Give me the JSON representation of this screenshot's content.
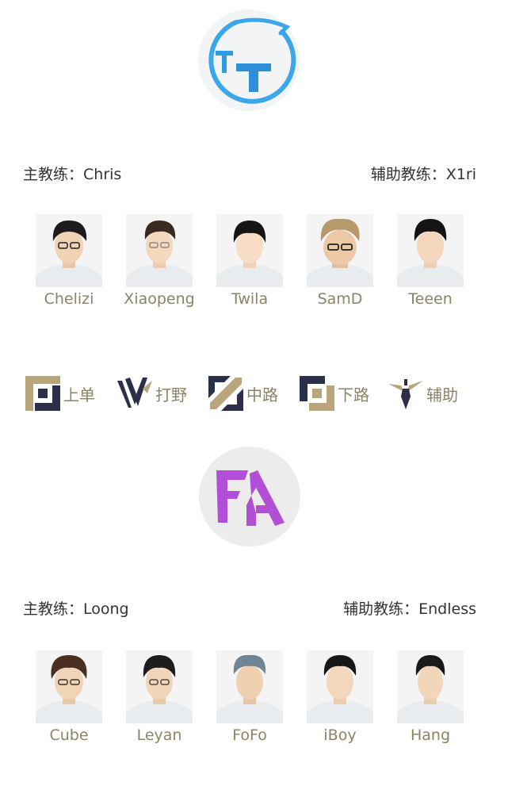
{
  "teams": [
    {
      "logo_icon": "tt-team-logo",
      "head_coach_label": "主教练：",
      "head_coach": "Chris",
      "assistant_coach_label": "辅助教练：",
      "assistant_coach": "X1ri",
      "players": [
        "Chelizi",
        "Xiaopeng",
        "Twila",
        "SamD",
        "Teeen"
      ]
    },
    {
      "logo_icon": "ra-team-logo",
      "head_coach_label": "主教练：",
      "head_coach": "Loong",
      "assistant_coach_label": "辅助教练：",
      "assistant_coach": "Endless",
      "players": [
        "Cube",
        "Leyan",
        "FoFo",
        "iBoy",
        "Hang"
      ]
    }
  ],
  "roles": [
    {
      "icon": "top-lane-icon",
      "label": "上单"
    },
    {
      "icon": "jungle-icon",
      "label": "打野"
    },
    {
      "icon": "mid-lane-icon",
      "label": "中路"
    },
    {
      "icon": "bot-lane-icon",
      "label": "下路"
    },
    {
      "icon": "support-icon",
      "label": "辅助"
    }
  ],
  "colors": {
    "name_text": "#8a8466",
    "coach_text": "#333333",
    "tt_blue": "#2f9be3",
    "ra_purple": "#b14fd6",
    "role_gold": "#b8a57c",
    "role_navy": "#2b2f4a"
  }
}
